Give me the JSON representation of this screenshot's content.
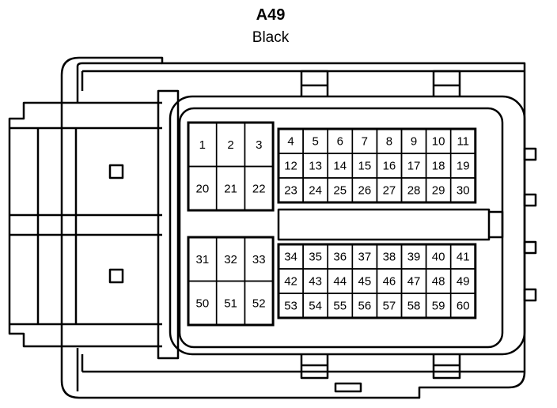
{
  "connector": {
    "id": "A49",
    "color": "Black"
  },
  "pin_groups": [
    {
      "name": "group-a-upper",
      "rows": [
        [
          "1",
          "2",
          "3"
        ],
        [
          "20",
          "21",
          "22"
        ]
      ]
    },
    {
      "name": "group-b-upper",
      "rows": [
        [
          "4",
          "5",
          "6",
          "7",
          "8",
          "9",
          "10",
          "11"
        ],
        [
          "12",
          "13",
          "14",
          "15",
          "16",
          "17",
          "18",
          "19"
        ],
        [
          "23",
          "24",
          "25",
          "26",
          "27",
          "28",
          "29",
          "30"
        ]
      ]
    },
    {
      "name": "group-a-lower",
      "rows": [
        [
          "31",
          "32",
          "33"
        ],
        [
          "50",
          "51",
          "52"
        ]
      ]
    },
    {
      "name": "group-b-lower",
      "rows": [
        [
          "34",
          "35",
          "36",
          "37",
          "38",
          "39",
          "40",
          "41"
        ],
        [
          "42",
          "43",
          "44",
          "45",
          "46",
          "47",
          "48",
          "49"
        ],
        [
          "53",
          "54",
          "55",
          "56",
          "57",
          "58",
          "59",
          "60"
        ]
      ]
    }
  ]
}
